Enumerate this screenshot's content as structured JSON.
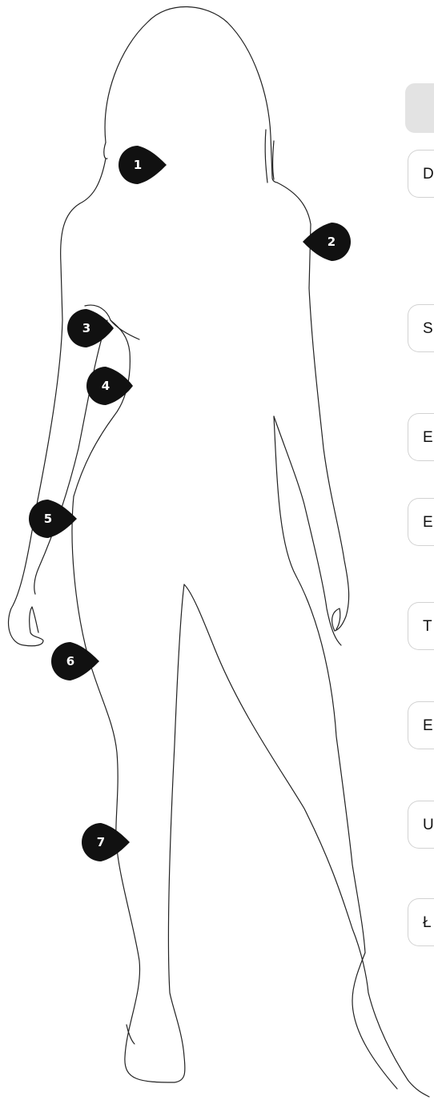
{
  "markers": [
    {
      "label": "1"
    },
    {
      "label": "2"
    },
    {
      "label": "3"
    },
    {
      "label": "4"
    },
    {
      "label": "5"
    },
    {
      "label": "6"
    },
    {
      "label": "7"
    }
  ],
  "size_fields": [
    {
      "label": "D"
    },
    {
      "label": "S"
    },
    {
      "label": "E"
    },
    {
      "label": "E"
    },
    {
      "label": "T"
    },
    {
      "label": "E"
    },
    {
      "label": "U"
    },
    {
      "label": "Ł"
    }
  ],
  "colors": {
    "marker_fill": "#111111",
    "outline": "#222222",
    "tab_header": "#e3e3e3",
    "field_border": "#d2d2d2"
  }
}
